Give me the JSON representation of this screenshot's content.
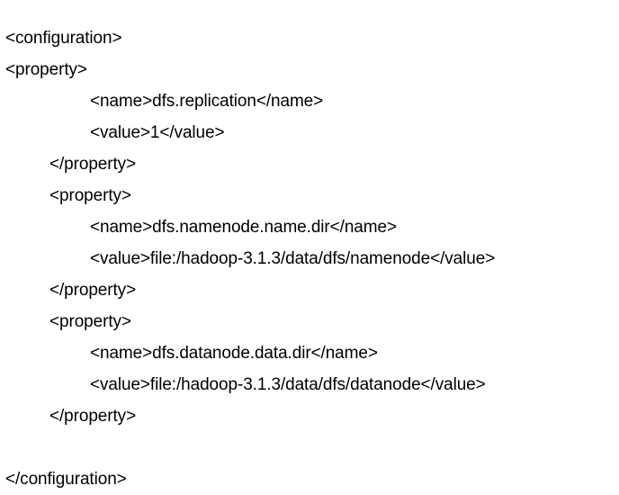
{
  "document": {
    "kind": "xml-configuration",
    "text_color": "#000000",
    "background_color": "#ffffff",
    "lines": [
      {
        "indent": 0,
        "text": "<configuration>"
      },
      {
        "indent": 0,
        "text": "<property>"
      },
      {
        "indent": 2,
        "text": "<name>dfs.replication</name>"
      },
      {
        "indent": 2,
        "text": "<value>1</value>"
      },
      {
        "indent": 1,
        "text": "</property>"
      },
      {
        "indent": 1,
        "text": "<property>"
      },
      {
        "indent": 2,
        "text": "<name>dfs.namenode.name.dir</name>"
      },
      {
        "indent": 2,
        "text": "<value>file:/hadoop-3.1.3/data/dfs/namenode</value>"
      },
      {
        "indent": 1,
        "text": "</property>"
      },
      {
        "indent": 1,
        "text": "<property>"
      },
      {
        "indent": 2,
        "text": "<name>dfs.datanode.data.dir</name>"
      },
      {
        "indent": 2,
        "text": "<value>file:/hadoop-3.1.3/data/dfs/datanode</value>"
      },
      {
        "indent": 1,
        "text": "</property>"
      },
      {
        "indent": 0,
        "text": ""
      },
      {
        "indent": 0,
        "text": "</configuration>"
      }
    ],
    "properties": [
      {
        "name": "dfs.replication",
        "value": "1"
      },
      {
        "name": "dfs.namenode.name.dir",
        "value": "file:/hadoop-3.1.3/data/dfs/namenode"
      },
      {
        "name": "dfs.datanode.data.dir",
        "value": "file:/hadoop-3.1.3/data/dfs/datanode"
      }
    ]
  }
}
